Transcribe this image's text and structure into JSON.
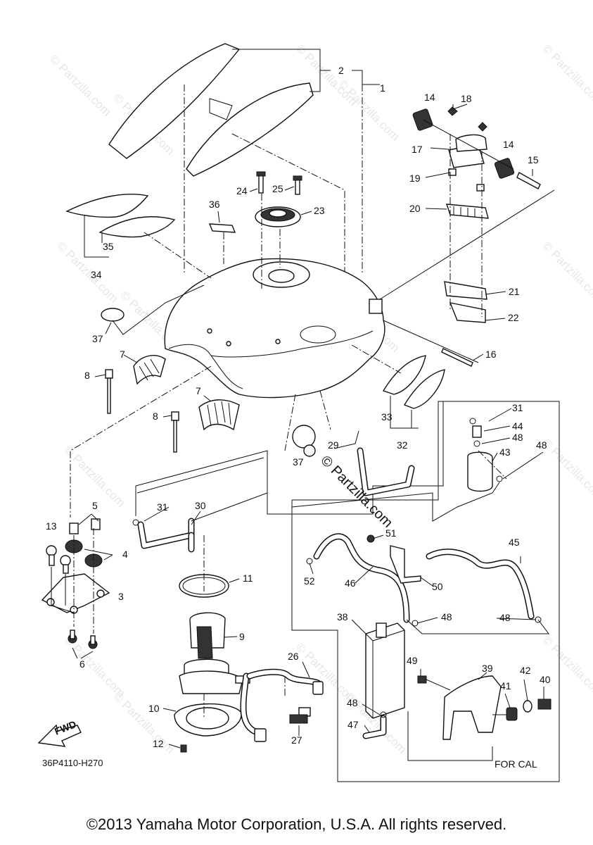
{
  "diagram": {
    "callouts": [
      {
        "id": "c1",
        "text": "1"
      },
      {
        "id": "c2",
        "text": "2"
      },
      {
        "id": "c3",
        "text": "3"
      },
      {
        "id": "c4",
        "text": "4"
      },
      {
        "id": "c5",
        "text": "5"
      },
      {
        "id": "c6",
        "text": "6"
      },
      {
        "id": "c7a",
        "text": "7"
      },
      {
        "id": "c7b",
        "text": "7"
      },
      {
        "id": "c8a",
        "text": "8"
      },
      {
        "id": "c8b",
        "text": "8"
      },
      {
        "id": "c9",
        "text": "9"
      },
      {
        "id": "c10",
        "text": "10"
      },
      {
        "id": "c11",
        "text": "11"
      },
      {
        "id": "c12",
        "text": "12"
      },
      {
        "id": "c13",
        "text": "13"
      },
      {
        "id": "c14a",
        "text": "14"
      },
      {
        "id": "c14b",
        "text": "14"
      },
      {
        "id": "c15",
        "text": "15"
      },
      {
        "id": "c16",
        "text": "16"
      },
      {
        "id": "c17",
        "text": "17"
      },
      {
        "id": "c18",
        "text": "18"
      },
      {
        "id": "c19",
        "text": "19"
      },
      {
        "id": "c20",
        "text": "20"
      },
      {
        "id": "c21",
        "text": "21"
      },
      {
        "id": "c22",
        "text": "22"
      },
      {
        "id": "c23",
        "text": "23"
      },
      {
        "id": "c24",
        "text": "24"
      },
      {
        "id": "c25",
        "text": "25"
      },
      {
        "id": "c26",
        "text": "26"
      },
      {
        "id": "c27",
        "text": "27"
      },
      {
        "id": "c29",
        "text": "29"
      },
      {
        "id": "c30",
        "text": "30"
      },
      {
        "id": "c31a",
        "text": "31"
      },
      {
        "id": "c31b",
        "text": "31"
      },
      {
        "id": "c32",
        "text": "32"
      },
      {
        "id": "c33",
        "text": "33"
      },
      {
        "id": "c34",
        "text": "34"
      },
      {
        "id": "c35",
        "text": "35"
      },
      {
        "id": "c36",
        "text": "36"
      },
      {
        "id": "c37a",
        "text": "37"
      },
      {
        "id": "c37b",
        "text": "37"
      },
      {
        "id": "c38",
        "text": "38"
      },
      {
        "id": "c39",
        "text": "39"
      },
      {
        "id": "c40",
        "text": "40"
      },
      {
        "id": "c41",
        "text": "41"
      },
      {
        "id": "c42",
        "text": "42"
      },
      {
        "id": "c43",
        "text": "43"
      },
      {
        "id": "c44",
        "text": "44"
      },
      {
        "id": "c45",
        "text": "45"
      },
      {
        "id": "c46",
        "text": "46"
      },
      {
        "id": "c47",
        "text": "47"
      },
      {
        "id": "c48a",
        "text": "48"
      },
      {
        "id": "c48b",
        "text": "48"
      },
      {
        "id": "c48c",
        "text": "48"
      },
      {
        "id": "c48d",
        "text": "48"
      },
      {
        "id": "c48e",
        "text": "48"
      },
      {
        "id": "c49",
        "text": "49"
      },
      {
        "id": "c50",
        "text": "50"
      },
      {
        "id": "c51",
        "text": "51"
      },
      {
        "id": "c52",
        "text": "52"
      }
    ],
    "diagram_code": "36P4110-H270",
    "fwd_label": "FWD",
    "cal_label": "FOR CAL",
    "watermark": "© Partzilla.com",
    "watermark_center": "© Partzilla.com"
  },
  "footer": {
    "copyright": "©2013 Yamaha Motor Corporation, U.S.A. All rights reserved."
  }
}
